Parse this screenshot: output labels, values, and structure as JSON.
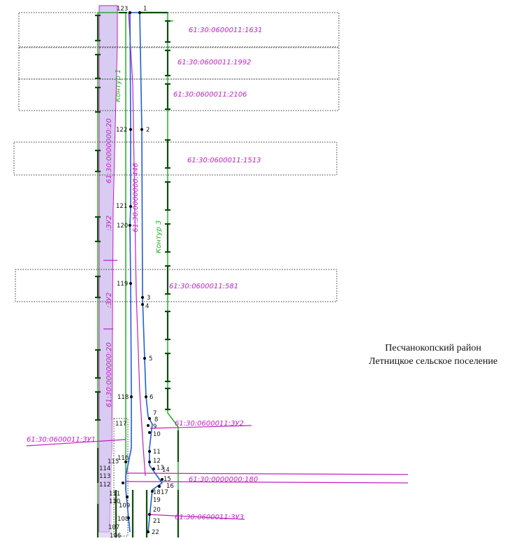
{
  "caption": {
    "district": "Песчанокопский район",
    "settlement": "Летницкое сельское поселение"
  },
  "parcels": {
    "p1631": "61:30:0600011:1631",
    "p1992": "61:30:0600011:1992",
    "p2106": "61:30:0600011:2106",
    "p1513": "61:30:0600011:1513",
    "p581": "61:30:0600011:581",
    "zu2": "61:30:0600011:ЗУ2",
    "zu1": "61:30:0600011:ЗУ1",
    "p180": "61:30:0000000:180",
    "zu3": "61:30:0600011:ЗУ3",
    "p20a": "61:30:0000000:20",
    "p20b": "61:30:0000000:20",
    "p446": "61:30:0000000:446",
    "zu2a": ":ЗУ2",
    "zu2b": ":ЗУ2"
  },
  "contours": {
    "c1": "Контур 1",
    "c3": "Контур 3"
  },
  "points": [
    "123",
    "1",
    "122",
    "2",
    "121",
    "120",
    "119",
    "3",
    "4",
    "5",
    "118",
    "6",
    "7",
    "8",
    "117",
    "9",
    "10",
    "11",
    "116",
    "12",
    "13",
    "14",
    "115",
    "114",
    "113",
    "15",
    "112",
    "16",
    "17",
    "18",
    "111",
    "110",
    "19",
    "109",
    "20",
    "108",
    "21",
    "107",
    "22",
    "106"
  ],
  "colors": {
    "parcel_magenta": "#c21fc2",
    "contour_green": "#22b022",
    "pipeline_blue": "#1f5fd6",
    "fill_lavender": "#d8ccf2"
  }
}
